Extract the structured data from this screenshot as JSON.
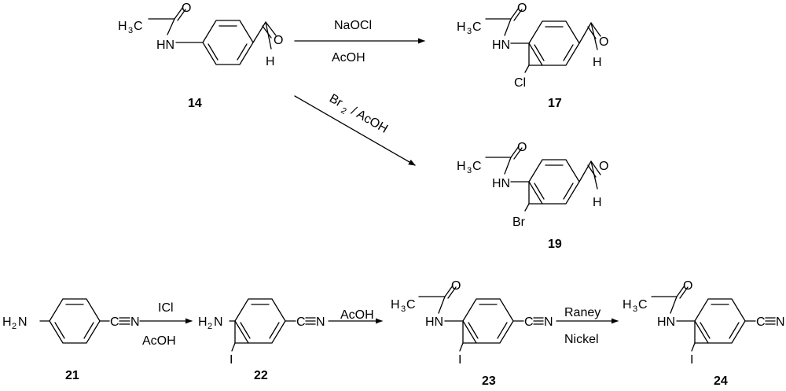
{
  "compounds": [
    {
      "id": "14",
      "atoms": [
        "H",
        "3",
        "C",
        "O",
        "HN",
        "O",
        "H"
      ]
    },
    {
      "id": "17",
      "atoms": [
        "H",
        "3",
        "C",
        "O",
        "HN",
        "O",
        "H",
        "Cl"
      ]
    },
    {
      "id": "19",
      "atoms": [
        "H",
        "3",
        "C",
        "O",
        "HN",
        "O",
        "H",
        "Br"
      ]
    },
    {
      "id": "21",
      "atoms": [
        "H",
        "2",
        "N",
        "C",
        "N"
      ]
    },
    {
      "id": "22",
      "atoms": [
        "H",
        "2",
        "N",
        "C",
        "N",
        "I"
      ]
    },
    {
      "id": "23",
      "atoms": [
        "H",
        "3",
        "C",
        "O",
        "HN",
        "C",
        "N",
        "I"
      ]
    },
    {
      "id": "24",
      "atoms": [
        "H",
        "3",
        "C",
        "O",
        "HN",
        "C",
        "N",
        "I"
      ]
    }
  ],
  "reactions": [
    {
      "from": "14",
      "to": "17",
      "reagent_above": "NaOCl",
      "reagent_below": "AcOH"
    },
    {
      "from": "14",
      "to": "19",
      "reagent_parts": [
        "Br",
        "2",
        "/ AcOH"
      ]
    },
    {
      "from": "21",
      "to": "22",
      "reagent_above": "ICl",
      "reagent_below": "AcOH"
    },
    {
      "from": "22",
      "to": "23",
      "reagent_above": "AcOH"
    },
    {
      "from": "23",
      "to": "24",
      "reagent_above": "Raney",
      "reagent_below": "Nickel"
    }
  ]
}
